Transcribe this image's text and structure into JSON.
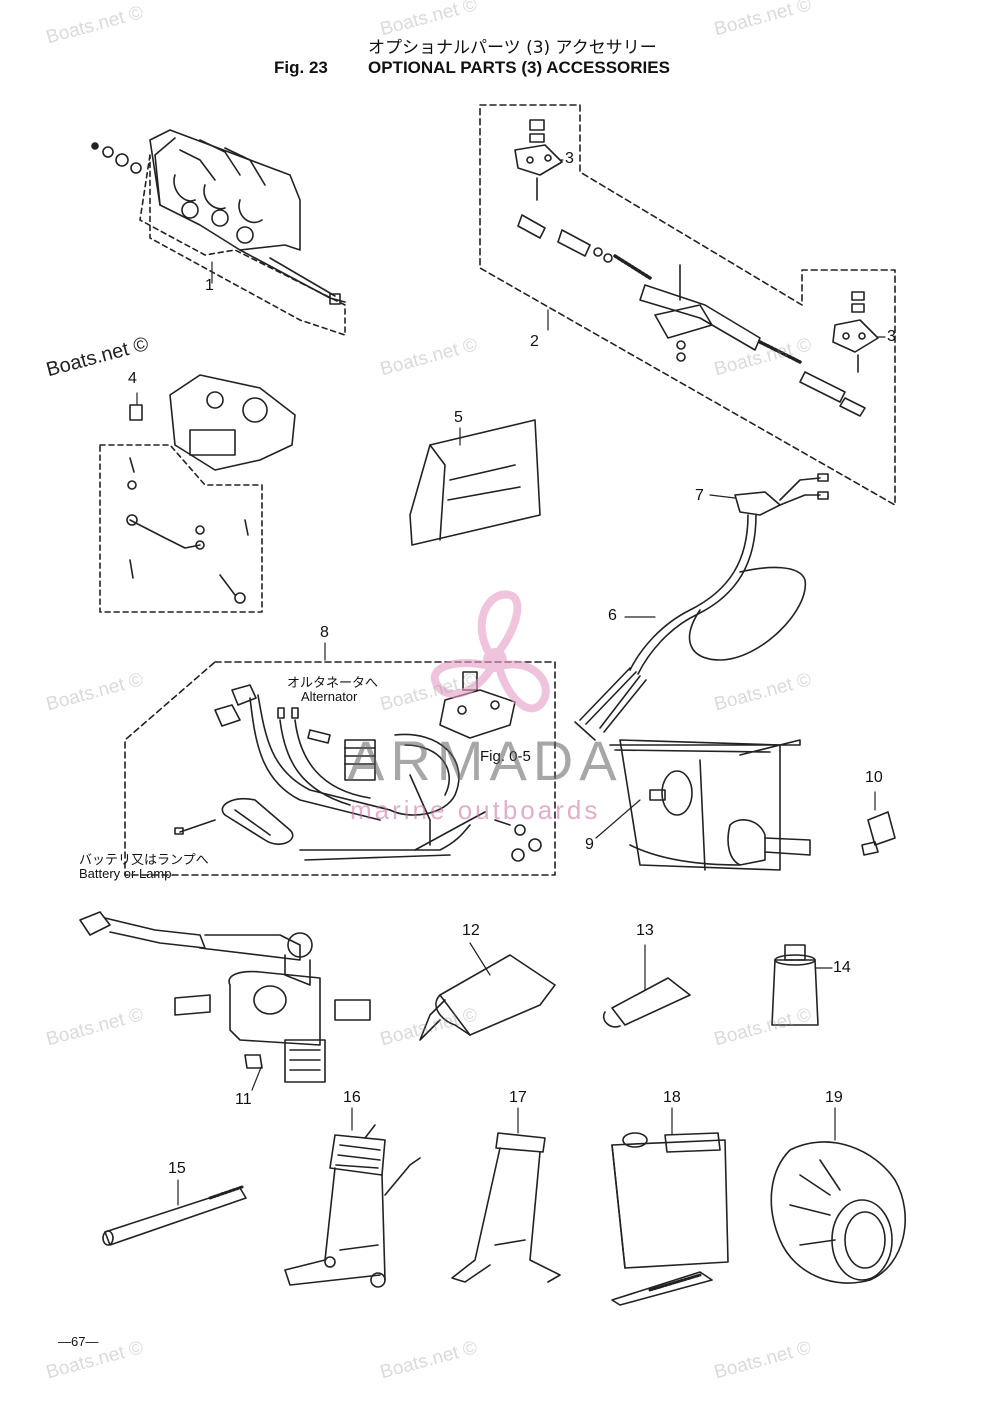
{
  "header": {
    "title_jp": "オプショナルパーツ (3) アクセサリー",
    "fig_no": "Fig. 23",
    "title_en": "OPTIONAL PARTS (3) ACCESSORIES"
  },
  "callouts": [
    "1",
    "2",
    "3",
    "3",
    "4",
    "5",
    "7",
    "6",
    "8",
    "9",
    "10",
    "11",
    "12",
    "13",
    "14",
    "15",
    "16",
    "17",
    "18",
    "19"
  ],
  "labels": {
    "alternator_jp": "オルタネータへ",
    "alternator_en": "Alternator",
    "fig_ref": "Fig. 0-5",
    "battery_jp": "バッテリ又はランプへ",
    "battery_en": "Battery or Lamp"
  },
  "page_number": "—67—",
  "watermarks": {
    "text": "Boats.net ©",
    "brand_main": "ARMADA",
    "brand_sub": "marine outboards",
    "brand_color": "#e79cc8"
  }
}
